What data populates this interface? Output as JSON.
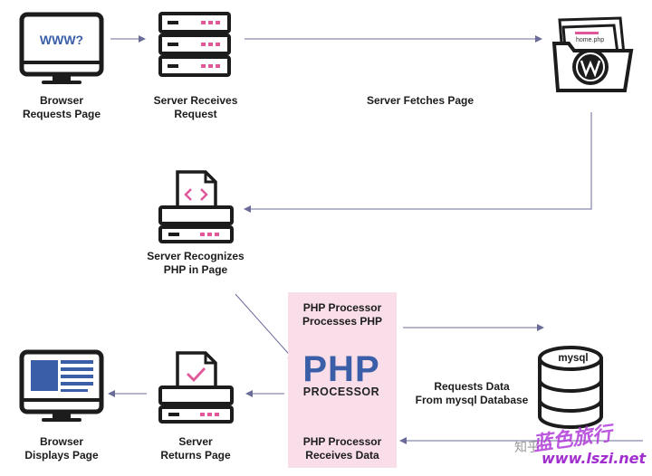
{
  "steps": {
    "browser_requests": "Browser\nRequests Page",
    "server_receives": "Server Receives\nRequest",
    "server_fetches": "Server Fetches Page",
    "server_recognizes": "Server Recognizes\nPHP in Page",
    "php_processes": "PHP Processor\nProcesses PHP",
    "requests_data": "Requests Data\nFrom mysql Database",
    "php_receives": "PHP Processor\nReceives Data",
    "server_returns": "Server\nReturns Page",
    "browser_displays": "Browser\nDisplays Page"
  },
  "icons": {
    "monitor_text": "WWW?",
    "file_name": "home.php",
    "php_logo": "PHP",
    "php_sub": "PROCESSOR",
    "db_label": "mysql"
  },
  "watermarks": {
    "zhihu": "知乎",
    "site_cn": "蓝色旅行",
    "site_url": "www.lszi.net"
  },
  "colors": {
    "accent_blue": "#3a5fa8",
    "accent_pink": "#e0589a",
    "panel_pink": "#f9dde8",
    "arrow": "#6b6b9a",
    "dark": "#1c1c1c"
  }
}
